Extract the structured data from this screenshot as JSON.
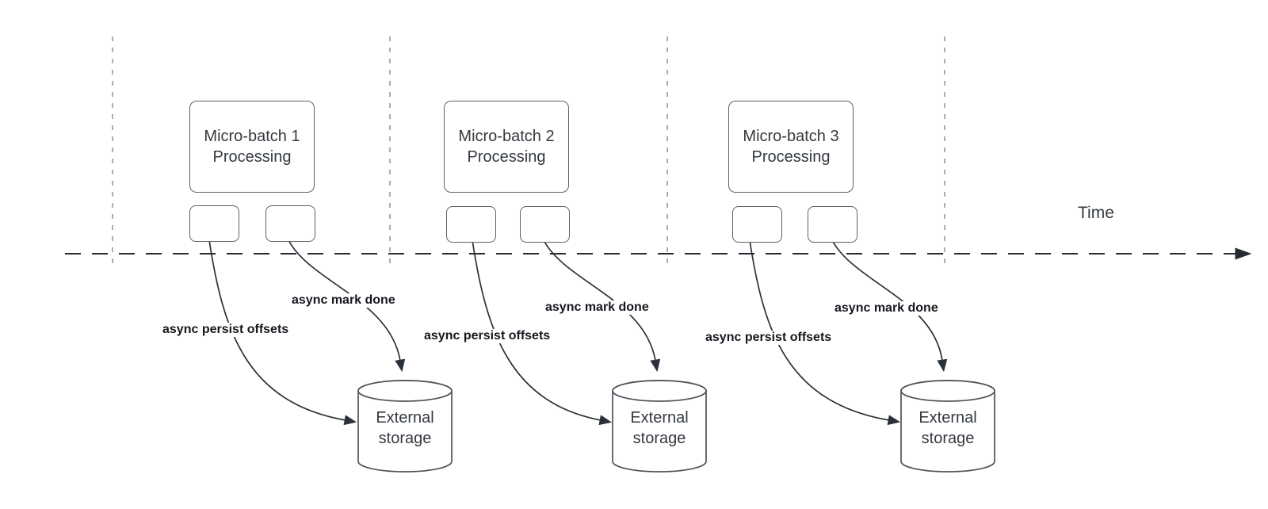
{
  "diagram": {
    "time_axis": {
      "label": "Time"
    },
    "groups": [
      {
        "box_title_line1": "Micro-batch 1",
        "box_title_line2": "Processing",
        "persist_label": "async persist offsets",
        "mark_done_label": "async mark done",
        "storage_line1": "External",
        "storage_line2": "storage"
      },
      {
        "box_title_line1": "Micro-batch 2",
        "box_title_line2": "Processing",
        "persist_label": "async persist offsets",
        "mark_done_label": "async mark done",
        "storage_line1": "External",
        "storage_line2": "storage"
      },
      {
        "box_title_line1": "Micro-batch 3",
        "box_title_line2": "Processing",
        "persist_label": "async persist offsets",
        "mark_done_label": "async mark done",
        "storage_line1": "External",
        "storage_line2": "storage"
      }
    ],
    "colors": {
      "background": "#ffffff",
      "shape_stroke": "#5c626a",
      "shape_text": "#343a40",
      "connector": "#2b313a",
      "label_text": "#15181e",
      "interval_guide": "#9aa0a6"
    }
  }
}
